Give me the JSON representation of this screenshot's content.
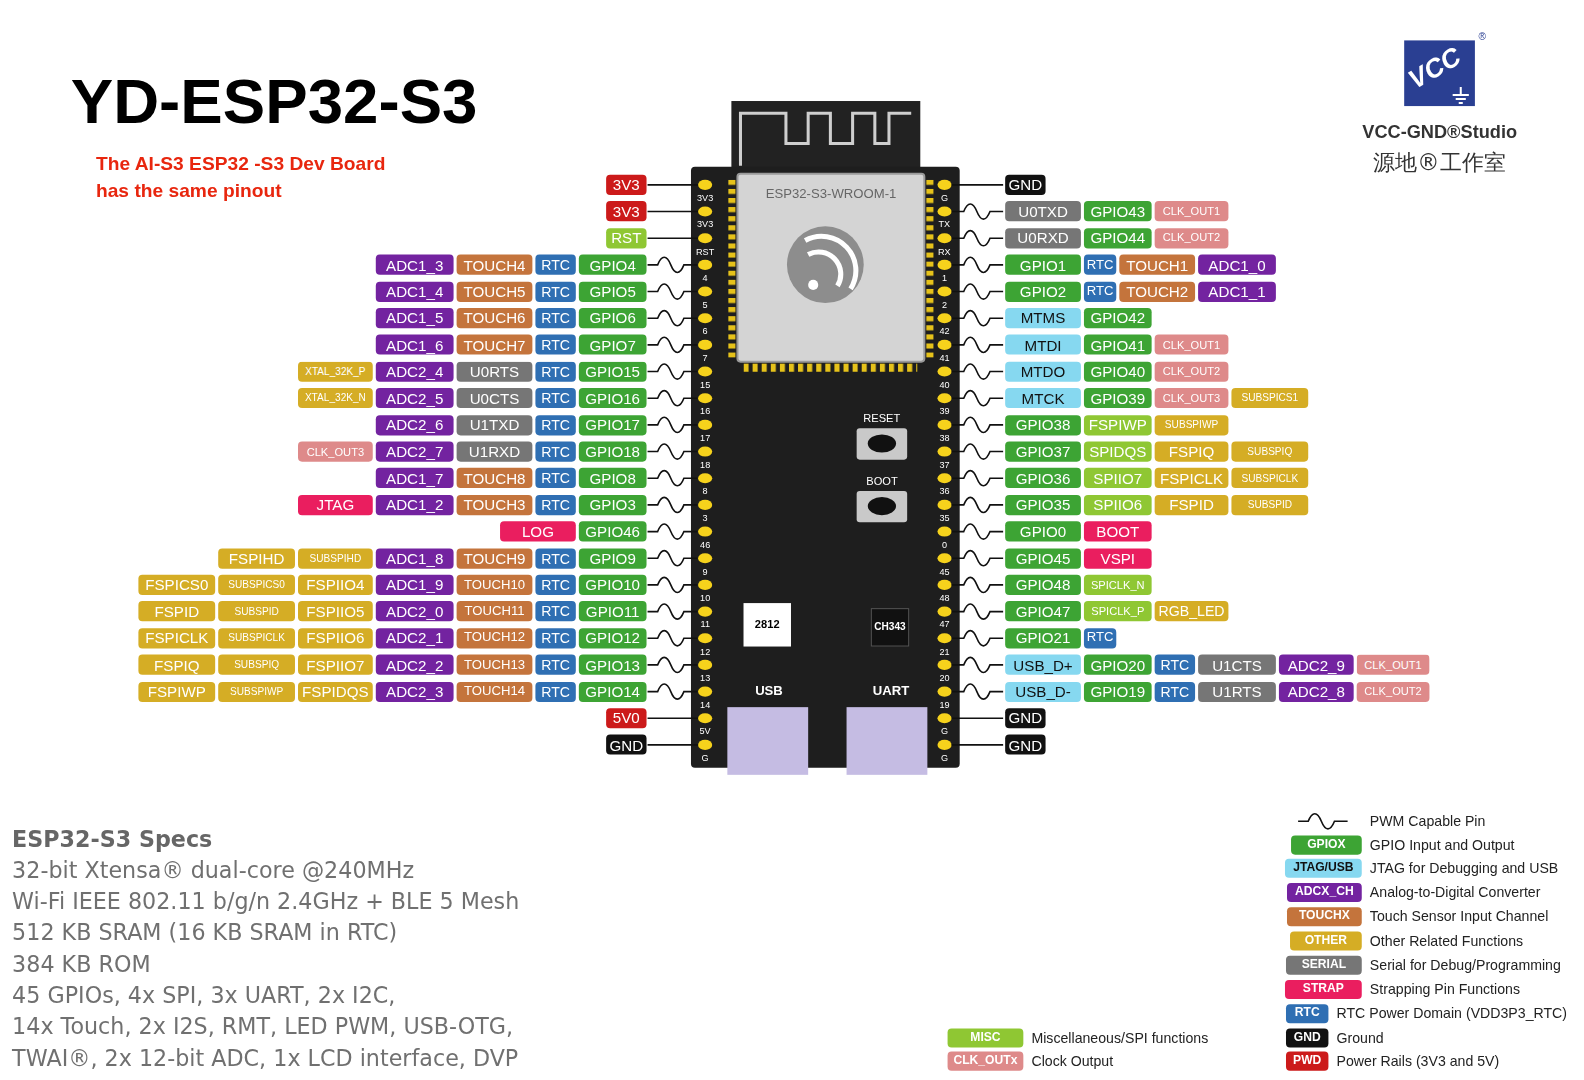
{
  "diagram": {
    "title": "YD-ESP32-S3",
    "nodes": [
      {
        "text": [
          "3V3",
          "3V3",
          "RST",
          "4",
          "5",
          "6",
          "7",
          "15",
          "16",
          "17",
          "18",
          "8",
          "3",
          "46",
          "9",
          "10",
          "11",
          "12",
          "13",
          "14",
          "5V",
          "G",
          "G",
          "TX",
          "RX",
          "1",
          "2",
          "42",
          "41",
          "40",
          "39",
          "38",
          "37",
          "36",
          "35",
          "0",
          "45",
          "48",
          "47",
          "21",
          "20",
          "19",
          "G",
          "G",
          "RESET",
          "BOOT",
          "USB",
          "UART"
        ]
      },
      {
        "text": [
          "ESP32-S3-WROOM-1"
        ],
        "in": 0
      },
      {
        "text": [
          "2812"
        ],
        "in": 0
      },
      {
        "text": [
          "CH343"
        ],
        "in": 0
      },
      {
        "text": [
          "3V3"
        ]
      },
      {
        "text": [
          "3V3"
        ]
      },
      {
        "text": [
          "RST"
        ]
      },
      {
        "text": [
          "ADC1_3"
        ]
      },
      {
        "text": [
          "TOUCH4"
        ]
      },
      {
        "text": [
          "RTC"
        ]
      },
      {
        "text": [
          "GPIO4"
        ]
      },
      {
        "text": [
          "ADC1_4"
        ]
      },
      {
        "text": [
          "TOUCH5"
        ]
      },
      {
        "text": [
          "RTC"
        ]
      },
      {
        "text": [
          "GPIO5"
        ]
      },
      {
        "text": [
          "ADC1_5"
        ]
      },
      {
        "text": [
          "TOUCH6"
        ]
      },
      {
        "text": [
          "RTC"
        ]
      },
      {
        "text": [
          "GPIO6"
        ]
      },
      {
        "text": [
          "ADC1_6"
        ]
      },
      {
        "text": [
          "TOUCH7"
        ]
      },
      {
        "text": [
          "RTC"
        ]
      },
      {
        "text": [
          "GPIO7"
        ]
      },
      {
        "text": [
          "XTAL_32K_P"
        ]
      },
      {
        "text": [
          "ADC2_4"
        ]
      },
      {
        "text": [
          "U0RTS"
        ]
      },
      {
        "text": [
          "RTC"
        ]
      },
      {
        "text": [
          "GPIO15"
        ]
      },
      {
        "text": [
          "XTAL_32K_N"
        ]
      },
      {
        "text": [
          "ADC2_5"
        ]
      },
      {
        "text": [
          "U0CTS"
        ]
      },
      {
        "text": [
          "RTC"
        ]
      },
      {
        "text": [
          "GPIO16"
        ]
      },
      {
        "text": [
          "ADC2_6"
        ]
      },
      {
        "text": [
          "U1TXD"
        ]
      },
      {
        "text": [
          "RTC"
        ]
      },
      {
        "text": [
          "GPIO17"
        ]
      },
      {
        "text": [
          "CLK_OUT3"
        ]
      },
      {
        "text": [
          "ADC2_7"
        ]
      },
      {
        "text": [
          "U1RXD"
        ]
      },
      {
        "text": [
          "RTC"
        ]
      },
      {
        "text": [
          "GPIO18"
        ]
      },
      {
        "text": [
          "ADC1_7"
        ]
      },
      {
        "text": [
          "TOUCH8"
        ]
      },
      {
        "text": [
          "RTC"
        ]
      },
      {
        "text": [
          "GPIO8"
        ]
      },
      {
        "text": [
          "JTAG"
        ]
      },
      {
        "text": [
          "ADC1_2"
        ]
      },
      {
        "text": [
          "TOUCH3"
        ]
      },
      {
        "text": [
          "RTC"
        ]
      },
      {
        "text": [
          "GPIO3"
        ]
      },
      {
        "text": [
          "LOG"
        ]
      },
      {
        "text": [
          "GPIO46"
        ]
      },
      {
        "text": [
          "FSPIHD"
        ]
      },
      {
        "text": [
          "SUBSPIHD"
        ]
      },
      {
        "text": [
          "ADC1_8"
        ]
      },
      {
        "text": [
          "TOUCH9"
        ]
      },
      {
        "text": [
          "RTC"
        ]
      },
      {
        "text": [
          "GPIO9"
        ]
      },
      {
        "text": [
          "FSPICS0"
        ]
      },
      {
        "text": [
          "SUBSPICS0"
        ]
      },
      {
        "text": [
          "FSPIIO4"
        ]
      },
      {
        "text": [
          "ADC1_9"
        ]
      },
      {
        "text": [
          "TOUCH10"
        ]
      },
      {
        "text": [
          "RTC"
        ]
      },
      {
        "text": [
          "GPIO10"
        ]
      },
      {
        "text": [
          "FSPID"
        ]
      },
      {
        "text": [
          "SUBSPID"
        ]
      },
      {
        "text": [
          "FSPIIO5"
        ]
      },
      {
        "text": [
          "ADC2_0"
        ]
      },
      {
        "text": [
          "TOUCH11"
        ]
      },
      {
        "text": [
          "RTC"
        ]
      },
      {
        "text": [
          "GPIO11"
        ]
      },
      {
        "text": [
          "FSPICLK"
        ]
      },
      {
        "text": [
          "SUBSPICLK"
        ]
      },
      {
        "text": [
          "FSPIIO6"
        ]
      },
      {
        "text": [
          "ADC2_1"
        ]
      },
      {
        "text": [
          "TOUCH12"
        ]
      },
      {
        "text": [
          "RTC"
        ]
      },
      {
        "text": [
          "GPIO12"
        ]
      },
      {
        "text": [
          "FSPIQ"
        ]
      },
      {
        "text": [
          "SUBSPIQ"
        ]
      },
      {
        "text": [
          "FSPIIO7"
        ]
      },
      {
        "text": [
          "ADC2_2"
        ]
      },
      {
        "text": [
          "TOUCH13"
        ]
      },
      {
        "text": [
          "RTC"
        ]
      },
      {
        "text": [
          "GPIO13"
        ]
      },
      {
        "text": [
          "FSPIWP"
        ]
      },
      {
        "text": [
          "SUBSPIWP"
        ]
      },
      {
        "text": [
          "FSPIDQS"
        ]
      },
      {
        "text": [
          "ADC2_3"
        ]
      },
      {
        "text": [
          "TOUCH14"
        ]
      },
      {
        "text": [
          "RTC"
        ]
      },
      {
        "text": [
          "GPIO14"
        ]
      },
      {
        "text": [
          "5V0"
        ]
      },
      {
        "text": [
          "GND"
        ]
      },
      {
        "text": [
          "GND"
        ]
      },
      {
        "text": [
          "U0TXD"
        ]
      },
      {
        "text": [
          "GPIO43"
        ]
      },
      {
        "text": [
          "CLK_OUT1"
        ]
      },
      {
        "text": [
          "U0RXD"
        ]
      },
      {
        "text": [
          "GPIO44"
        ]
      },
      {
        "text": [
          "CLK_OUT2"
        ]
      },
      {
        "text": [
          "GPIO1"
        ]
      },
      {
        "text": [
          "RTC"
        ]
      },
      {
        "text": [
          "TOUCH1"
        ]
      },
      {
        "text": [
          "ADC1_0"
        ]
      },
      {
        "text": [
          "GPIO2"
        ]
      },
      {
        "text": [
          "RTC"
        ]
      },
      {
        "text": [
          "TOUCH2"
        ]
      },
      {
        "text": [
          "ADC1_1"
        ]
      },
      {
        "text": [
          "MTMS"
        ]
      },
      {
        "text": [
          "GPIO42"
        ]
      },
      {
        "text": [
          "MTDI"
        ]
      },
      {
        "text": [
          "GPIO41"
        ]
      },
      {
        "text": [
          "CLK_OUT1"
        ]
      },
      {
        "text": [
          "MTDO"
        ]
      },
      {
        "text": [
          "GPIO40"
        ]
      },
      {
        "text": [
          "CLK_OUT2"
        ]
      },
      {
        "text": [
          "MTCK"
        ]
      },
      {
        "text": [
          "GPIO39"
        ]
      },
      {
        "text": [
          "CLK_OUT3"
        ]
      },
      {
        "text": [
          "SUBSPICS1"
        ]
      },
      {
        "text": [
          "GPIO38"
        ]
      },
      {
        "text": [
          "FSPIWP"
        ]
      },
      {
        "text": [
          "SUBSPIWP"
        ]
      },
      {
        "text": [
          "GPIO37"
        ]
      },
      {
        "text": [
          "SPIDQS"
        ]
      },
      {
        "text": [
          "FSPIQ"
        ]
      },
      {
        "text": [
          "SUBSPIQ"
        ]
      },
      {
        "text": [
          "GPIO36"
        ]
      },
      {
        "text": [
          "SPIIO7"
        ]
      },
      {
        "text": [
          "FSPICLK"
        ]
      },
      {
        "text": [
          "SUBSPICLK"
        ]
      },
      {
        "text": [
          "GPIO35"
        ]
      },
      {
        "text": [
          "SPIIO6"
        ]
      },
      {
        "text": [
          "FSPID"
        ]
      },
      {
        "text": [
          "SUBSPID"
        ]
      },
      {
        "text": [
          "GPIO0"
        ]
      },
      {
        "text": [
          "BOOT"
        ]
      },
      {
        "text": [
          "GPIO45"
        ]
      },
      {
        "text": [
          "VSPI"
        ]
      },
      {
        "text": [
          "GPIO48"
        ]
      },
      {
        "text": [
          "SPICLK_N"
        ]
      },
      {
        "text": [
          "GPIO47"
        ]
      },
      {
        "text": [
          "SPICLK_P"
        ]
      },
      {
        "text": [
          "RGB_LED"
        ]
      },
      {
        "text": [
          "GPIO21"
        ]
      },
      {
        "text": [
          "RTC"
        ]
      },
      {
        "text": [
          "USB_D+"
        ]
      },
      {
        "text": [
          "GPIO20"
        ]
      },
      {
        "text": [
          "RTC"
        ]
      },
      {
        "text": [
          "U1CTS"
        ]
      },
      {
        "text": [
          "ADC2_9"
        ]
      },
      {
        "text": [
          "CLK_OUT1"
        ]
      },
      {
        "text": [
          "USB_D-"
        ]
      },
      {
        "text": [
          "GPIO19"
        ]
      },
      {
        "text": [
          "RTC"
        ]
      },
      {
        "text": [
          "U1RTS"
        ]
      },
      {
        "text": [
          "ADC2_8"
        ]
      },
      {
        "text": [
          "CLK_OUT2"
        ]
      },
      {
        "text": [
          "GND"
        ]
      },
      {
        "text": [
          "GND"
        ]
      }
    ],
    "labels": [
      "The AI-S3 ESP32 -S3 Dev Board has the same pinout",
      "VCC",
      "®",
      "VCC-GND®Studio",
      "源地®工作室",
      "ESP32-S3 Specs",
      "32-bit Xtensa® dual-core @240MHz",
      "Wi-Fi IEEE 802.11 b/g/n 2.4GHz + BLE 5 Mesh",
      "512 KB SRAM (16 KB SRAM in RTC)",
      "384 KB ROM",
      "45 GPIOs, 4x SPI, 3x UART, 2x I2C,",
      "14x Touch, 2x I2S, RMT, LED PWM, USB-OTG,",
      "TWAI®, 2x 12-bit ADC, 1x LCD interface, DVP",
      "GPIOX",
      "JTAG/USB",
      "ADCX_CH",
      "TOUCHX",
      "OTHER",
      "SERIAL",
      "STRAP",
      "RTC",
      "GND",
      "PWD",
      "MISC",
      "CLK_OUTx"
    ],
    "legend": [
      {
        "text": "PWM Capable Pin"
      },
      {
        "text": "GPIO Input and Output",
        "color": "#3da434"
      },
      {
        "text": "JTAG for Debugging and USB",
        "color": "#86d8f0"
      },
      {
        "text": "Analog-to-Digital Converter",
        "color": "#7323a0"
      },
      {
        "text": "Touch Sensor Input Channel",
        "color": "#c4743c"
      },
      {
        "text": "Other Related Functions",
        "color": "#d5ad25"
      },
      {
        "text": "Serial for Debug/Programming",
        "color": "#767676"
      },
      {
        "text": "Strapping Pin Functions",
        "color": "#ea1e5f"
      },
      {
        "text": "RTC Power Domain (VDD3P3_RTC)",
        "color": "#2f6fb3"
      },
      {
        "text": "Ground",
        "color": "#111111"
      },
      {
        "text": "Power Rails (3V3 and 5V)",
        "color": "#cc1a1a"
      },
      {
        "text": "Miscellaneous/SPI functions",
        "color": "#8fc733"
      },
      {
        "text": "Clock Output",
        "color": "#de8a8a"
      }
    ]
  }
}
